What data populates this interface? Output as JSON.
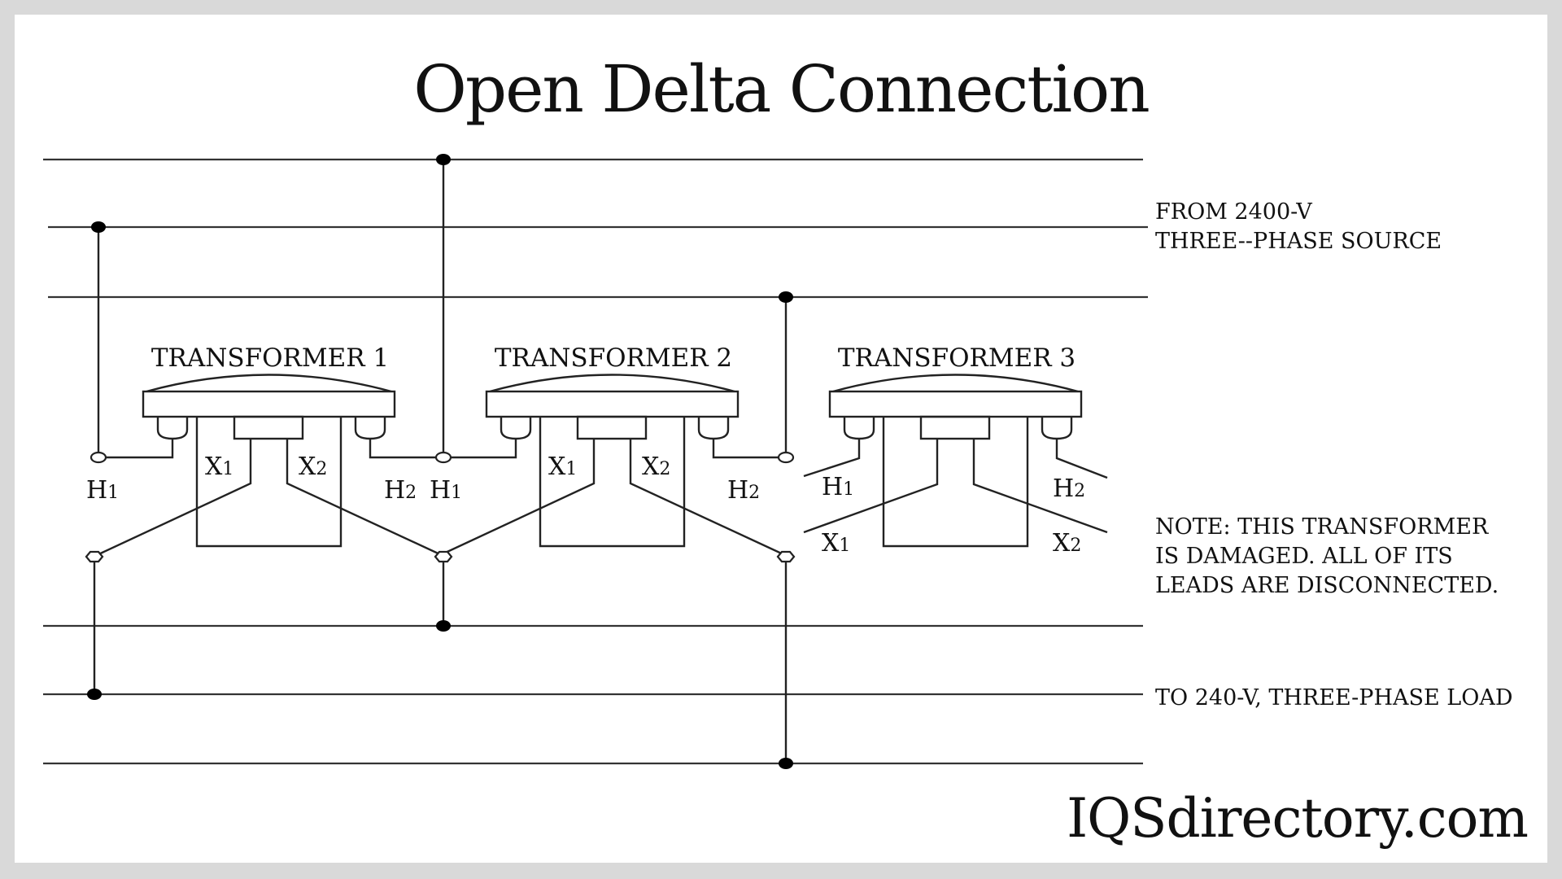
{
  "title": "Open Delta Connection",
  "source_label": {
    "line1": "FROM 2400-V",
    "line2": "THREE--PHASE SOURCE"
  },
  "load_label": "TO 240-V, THREE-PHASE LOAD",
  "note": {
    "line1": "NOTE: THIS TRANSFORMER",
    "line2": "IS DAMAGED. ALL OF ITS",
    "line3": "LEADS ARE DISCONNECTED."
  },
  "transformers": [
    {
      "name": "TRANSFORMER 1",
      "h1": "H",
      "h1_sub": "1",
      "h2": "H",
      "h2_sub": "2",
      "x1": "X",
      "x1_sub": "1",
      "x2": "X",
      "x2_sub": "2",
      "status": "connected"
    },
    {
      "name": "TRANSFORMER 2",
      "h1": "H",
      "h1_sub": "1",
      "h2": "H",
      "h2_sub": "2",
      "x1": "X",
      "x1_sub": "1",
      "x2": "X",
      "x2_sub": "2",
      "status": "connected"
    },
    {
      "name": "TRANSFORMER 3",
      "h1": "H",
      "h1_sub": "1",
      "h2": "H",
      "h2_sub": "2",
      "x1": "X",
      "x1_sub": "1",
      "x2": "X",
      "x2_sub": "2",
      "status": "disconnected"
    }
  ],
  "source_bus_count": 3,
  "load_bus_count": 3,
  "brand": "IQSdirectory.com"
}
